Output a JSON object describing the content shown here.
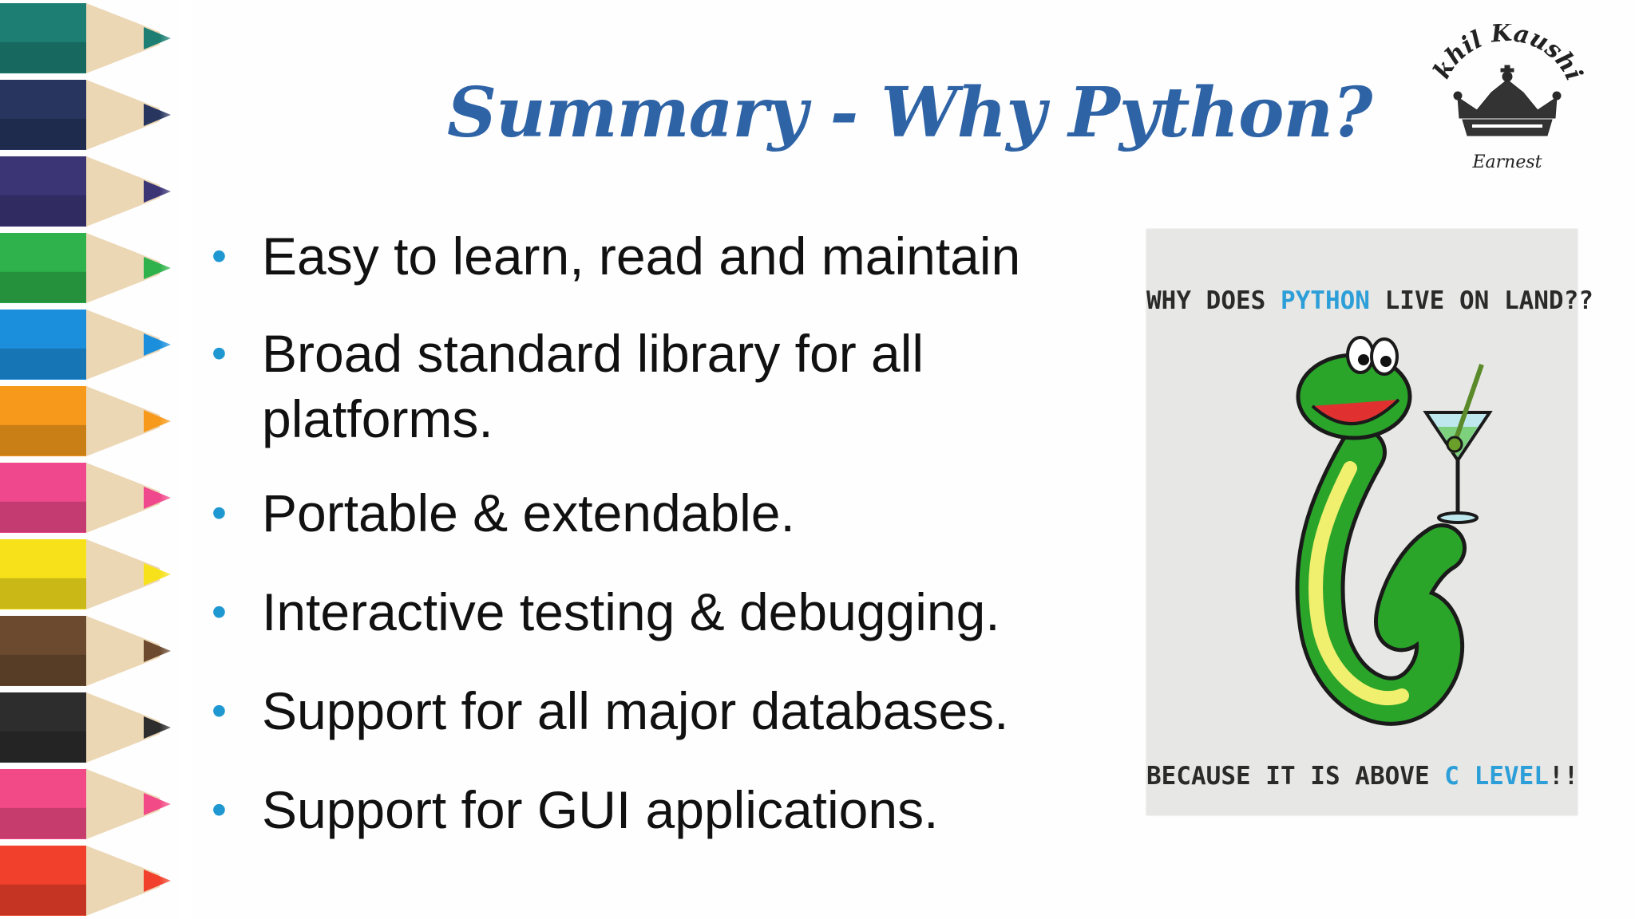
{
  "slide": {
    "title": "Summary - Why Python?",
    "bullets": [
      "Easy to learn, read and maintain",
      "Broad standard library for all platforms.",
      "Portable & extendable.",
      "Interactive testing & debugging.",
      "Support for all major databases.",
      "Support for GUI applications."
    ],
    "bullet_color": "#1f98d2",
    "title_color": "#2e63a6"
  },
  "logo": {
    "name_text": "Akhil Kaushik",
    "tagline": "Earnest",
    "icon": "crown-icon"
  },
  "comic": {
    "top_prefix": "WHY DOES ",
    "top_highlight": "PYTHON",
    "top_suffix": " LIVE ON LAND??",
    "bottom_prefix": "BECAUSE IT IS ABOVE ",
    "bottom_highlight": "C LEVEL",
    "bottom_suffix": "!!",
    "icon": "snake-with-martini-icon"
  },
  "decoration": {
    "pencil_colors": [
      "#1d7f73",
      "#27355f",
      "#3b3576",
      "#2fb14b",
      "#1c8fdc",
      "#f79a1c",
      "#f0488c",
      "#f6e11a",
      "#6b4a2f",
      "#2d2d2d",
      "#f24a86",
      "#f1402b"
    ]
  }
}
